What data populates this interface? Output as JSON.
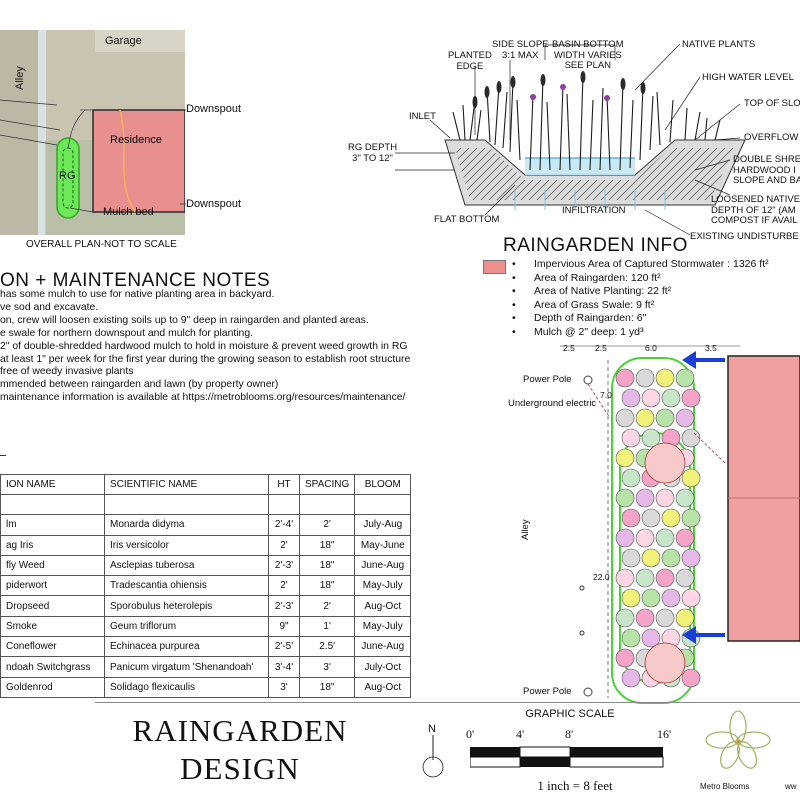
{
  "plan_inset": {
    "labels": {
      "garage": "Garage",
      "alley": "Alley",
      "downspout_top": "Downspout",
      "residence": "Residence",
      "rg": "RG",
      "downspout_bottom": "Downspout",
      "mulch_bed": "Mulch bed"
    },
    "caption": "OVERALL PLAN-NOT TO SCALE",
    "colors": {
      "residence": "#e88f8f",
      "raingarden": "#6de858",
      "aerial": "#c9c4b2"
    }
  },
  "section_diagram": {
    "labels": {
      "planted_edge": "PLANTED\nEDGE",
      "side_slope": "SIDE SLOPE\n3:1 MAX",
      "basin_bottom": "BASIN BOTTOM\nWIDTH VARIES\nSEE PLAN",
      "native_plants": "NATIVE PLANTS",
      "high_water_level": "HIGH WATER LEVEL",
      "top_of_slope": "TOP OF SLO",
      "inlet": "INLET",
      "overflow": "OVERFLOW",
      "rg_depth": "RG DEPTH\n3\" TO 12\"",
      "double_shred": "DOUBLE SHREI\nHARDWOOD I\nSLOPE AND BA",
      "loosened": "LOOSENED NATIVE\nDEPTH OF 12\" (AM\nCOMPOST IF AVAIL",
      "flat_bottom": "FLAT BOTTOM",
      "infiltration": "INFILTRATION",
      "existing_undisturbed": "EXISTING UNDISTURBE"
    }
  },
  "notes": {
    "title": "ON + MAINTENANCE NOTES",
    "items": [
      "has some mulch to use for native planting area in backyard.",
      "ve sod and excavate.",
      "on, crew will loosen existing soils up to 9\" deep in raingarden and planted areas.",
      "e swale for northern downspout and mulch for planting.",
      "2\" of double-shredded hardwood mulch to hold in moisture & prevent weed growth in RG",
      "at least 1\" per week for the first year during the growing season to establish root structure",
      "free of weedy invasive plants",
      "mmended between raingarden and lawn (by property owner)",
      "maintenance information is available at https://metroblooms.org/resources/maintenance/"
    ]
  },
  "plant_table": {
    "headers": [
      "ION NAME",
      "SCIENTIFIC NAME",
      "HT",
      "SPACING",
      "BLOOM"
    ],
    "rows": [
      [
        "",
        "",
        "",
        "",
        ""
      ],
      [
        "lm",
        "Monarda didyma",
        "2'-4'",
        "2'",
        "July-Aug"
      ],
      [
        "ag Iris",
        "Iris versicolor",
        "2'",
        "18\"",
        "May-June"
      ],
      [
        "fly Weed",
        "Asclepias tuberosa",
        "2'-3'",
        "18\"",
        "June-Aug"
      ],
      [
        "piderwort",
        "Tradescantia ohiensis",
        "2'",
        "18\"",
        "May-July"
      ],
      [
        "Dropseed",
        "Sporobulus heterolepis",
        "2'-3'",
        "2'",
        "Aug-Oct"
      ],
      [
        "Smoke",
        "Geum triflorum",
        "9\"",
        "1'",
        "May-July"
      ],
      [
        "Coneflower",
        "Echinacea purpurea",
        "2'-5'",
        "2.5'",
        "June-Aug"
      ],
      [
        "ndoah Switchgrass",
        "Panicum virgatum 'Shenandoah'",
        "3'-4'",
        "3'",
        "July-Oct"
      ],
      [
        "Goldenrod",
        "Solidago flexicaulis",
        "3'",
        "18\"",
        "Aug-Oct"
      ]
    ]
  },
  "raingarden_info": {
    "title": "RAINGARDEN INFO",
    "items": [
      "Impervious Area of Captured Stormwater : 1326 ft²",
      "Area of Raingarden: 120 ft²",
      "Area of Native Planting: 22 ft²",
      "Area of Grass Swale: 9 ft²",
      "Depth of Raingarden: 6\"",
      "Mulch @ 2\" deep: 1 yd³"
    ],
    "swatch_color": "#ec8f8f"
  },
  "detail_plan": {
    "dims": {
      "d1": "2.5",
      "d2": "2.5",
      "d3": "6.0",
      "d4": "3.5",
      "d5": "7.0",
      "d6": "22.0"
    },
    "labels": {
      "power_pole_top": "Power Pole",
      "underground_electric": "Underground electric",
      "alley": "Alley",
      "power_pole_bottom": "Power Pole"
    },
    "colors": {
      "residence": "#f0a0a0",
      "arrow": "#1a3fd6",
      "outline": "#4cd137"
    }
  },
  "bottom": {
    "design_title_line1": "RAINGARDEN",
    "design_title_line2": "DESIGN",
    "north_label": "N",
    "scale_title": "GRAPHIC SCALE",
    "scale_ticks": [
      "0'",
      "4'",
      "8'",
      "16'"
    ],
    "scale_note": "1 inch = 8 feet",
    "logo_text": "Metro Blooms",
    "web_fragment": "ww"
  }
}
